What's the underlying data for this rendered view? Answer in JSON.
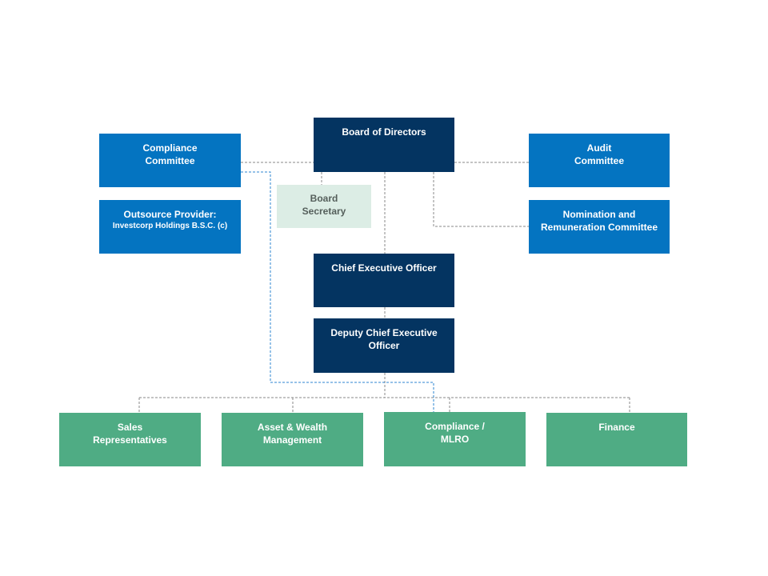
{
  "nodes": {
    "board": {
      "line1": "Board of Directors"
    },
    "compliance_committee": {
      "line1": "Compliance",
      "line2": "Committee"
    },
    "audit_committee": {
      "line1": "Audit",
      "line2": "Committee"
    },
    "board_secretary": {
      "line1": "Board",
      "line2": "Secretary"
    },
    "outsource_provider": {
      "line1": "Outsource Provider:",
      "line2": "Investcorp Holdings B.S.C. (c)"
    },
    "nomination_committee": {
      "line1": "Nomination and",
      "line2": "Remuneration Committee"
    },
    "ceo": {
      "line1": "Chief Executive Officer"
    },
    "deputy_ceo": {
      "line1": "Deputy Chief Executive",
      "line2": "Officer"
    },
    "sales": {
      "line1": "Sales",
      "line2": "Representatives"
    },
    "asset_wealth": {
      "line1": "Asset & Wealth",
      "line2": "Management"
    },
    "compliance_mlro": {
      "line1": "Compliance /",
      "line2": "MLRO"
    },
    "finance": {
      "line1": "Finance"
    }
  },
  "colors": {
    "navy": "#043461",
    "blue": "#0474c1",
    "green": "#4fac84",
    "pale_green": "#dcede5",
    "connector_gray": "#7f7f7f",
    "connector_blue": "#2e86d0"
  }
}
